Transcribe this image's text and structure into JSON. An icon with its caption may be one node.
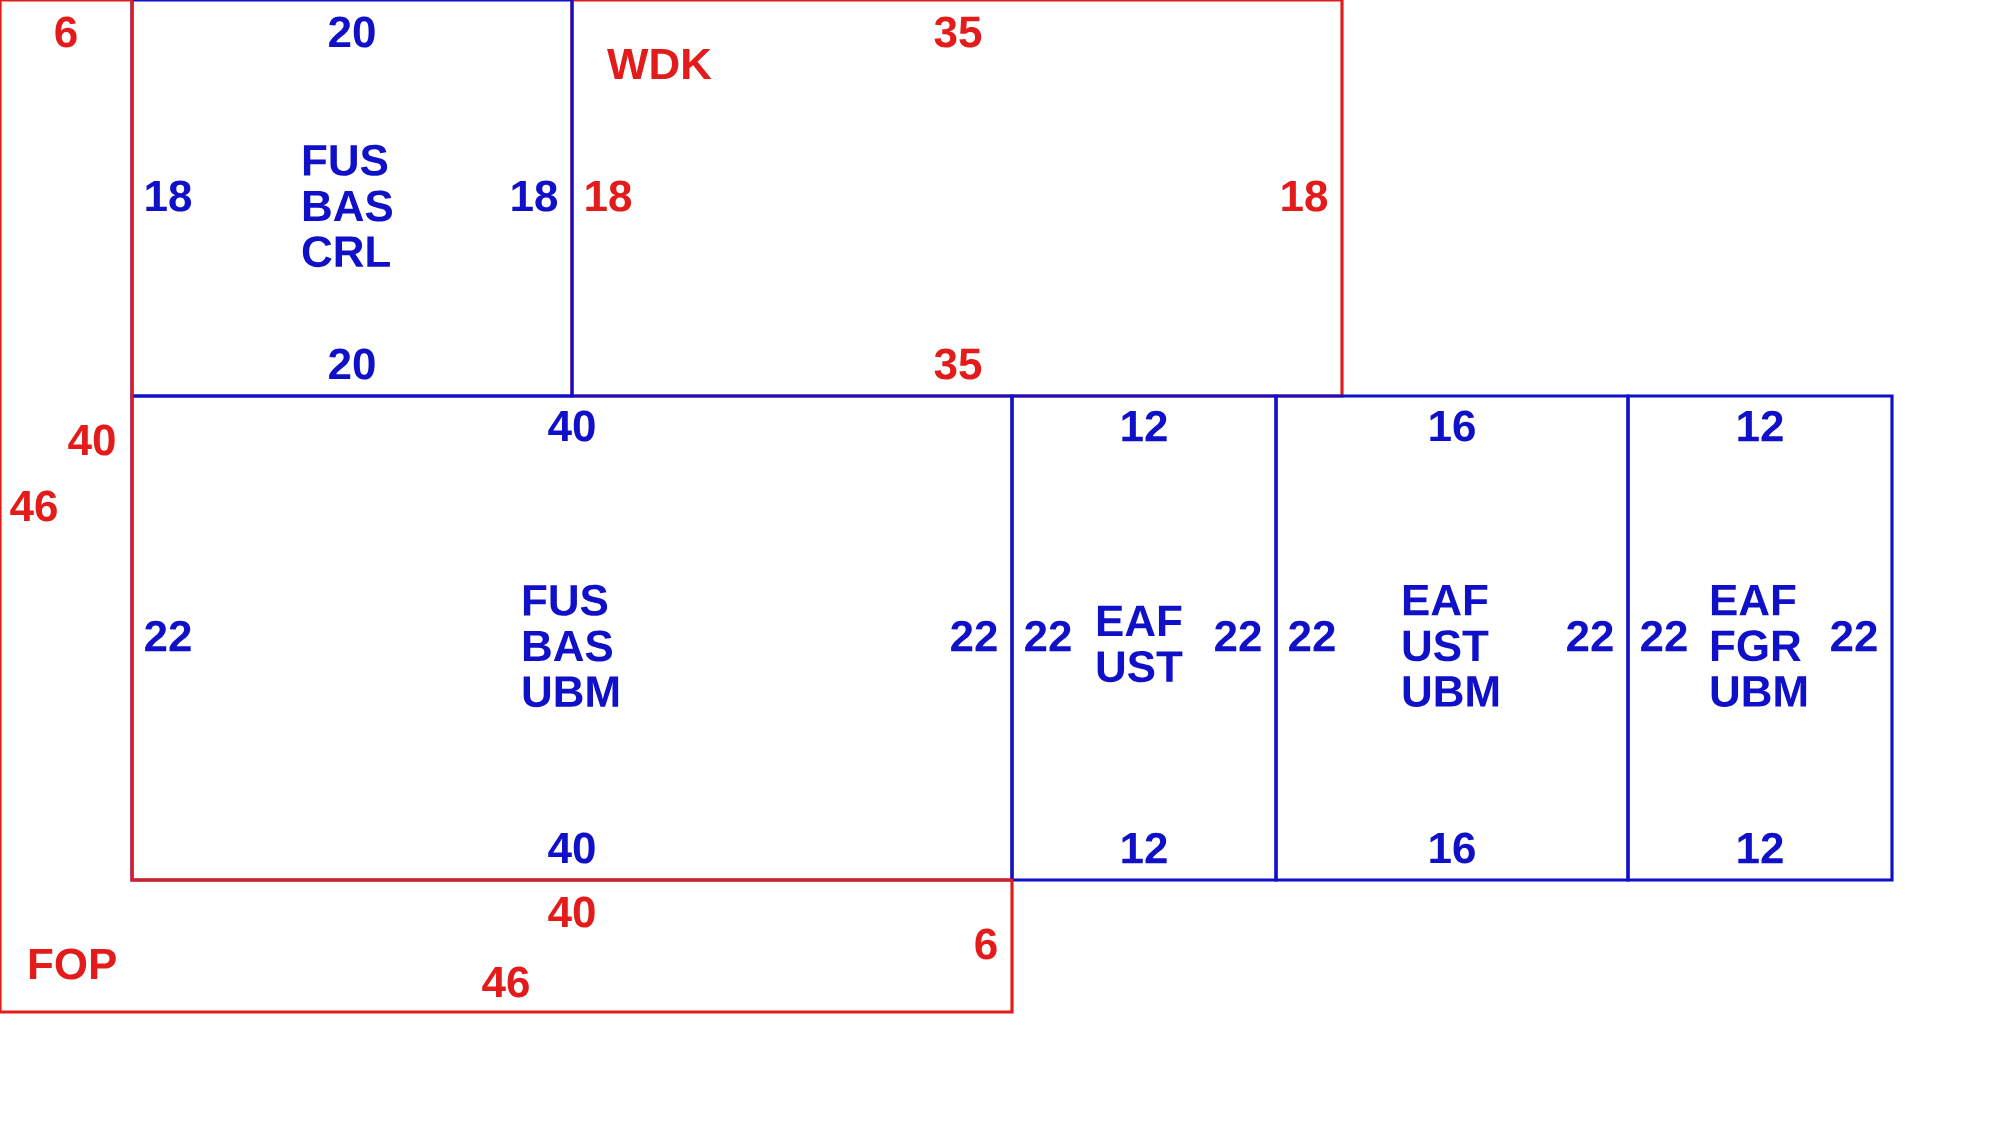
{
  "diagram": {
    "nodes": [
      {
        "text": [
          "6",
          "40",
          "46",
          "40",
          "6",
          "FOP",
          "46"
        ]
      },
      {
        "text": [
          "20",
          "18",
          "FUS BAS CRL",
          "18",
          "20"
        ]
      },
      {
        "text": [
          "35",
          "WDK",
          "18",
          "18",
          "35"
        ]
      },
      {
        "text": [
          "40",
          "22",
          "FUS BAS UBM",
          "22",
          "40"
        ]
      },
      {
        "text": [
          "12",
          "22",
          "EAF UST",
          "22",
          "12"
        ]
      },
      {
        "text": [
          "16",
          "22",
          "EAF UST UBM",
          "22",
          "16"
        ]
      },
      {
        "text": [
          "12",
          "22",
          "EAF FGR UBM",
          "22",
          "12"
        ]
      }
    ]
  }
}
